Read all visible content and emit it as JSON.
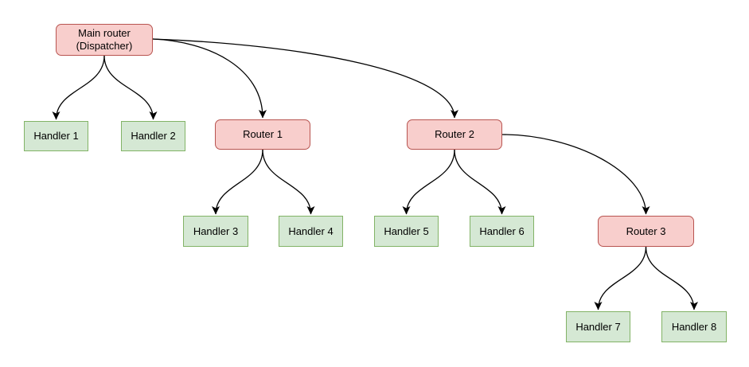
{
  "colors": {
    "background": "#ffffff",
    "router_fill": "#f8cecc",
    "router_border": "#b85450",
    "handler_fill": "#d5e8d4",
    "handler_border": "#82b366",
    "edge": "#000000"
  },
  "nodes": [
    {
      "id": "main-router",
      "label": "Main router\n(Dispatcher)",
      "type": "router"
    },
    {
      "id": "handler-1",
      "label": "Handler 1",
      "type": "handler"
    },
    {
      "id": "handler-2",
      "label": "Handler 2",
      "type": "handler"
    },
    {
      "id": "router-1",
      "label": "Router 1",
      "type": "router"
    },
    {
      "id": "router-2",
      "label": "Router 2",
      "type": "router"
    },
    {
      "id": "handler-3",
      "label": "Handler 3",
      "type": "handler"
    },
    {
      "id": "handler-4",
      "label": "Handler 4",
      "type": "handler"
    },
    {
      "id": "handler-5",
      "label": "Handler 5",
      "type": "handler"
    },
    {
      "id": "handler-6",
      "label": "Handler 6",
      "type": "handler"
    },
    {
      "id": "router-3",
      "label": "Router 3",
      "type": "router"
    },
    {
      "id": "handler-7",
      "label": "Handler 7",
      "type": "handler"
    },
    {
      "id": "handler-8",
      "label": "Handler 8",
      "type": "handler"
    }
  ],
  "edges": [
    {
      "from": "main-router",
      "to": "handler-1"
    },
    {
      "from": "main-router",
      "to": "handler-2"
    },
    {
      "from": "main-router",
      "to": "router-1"
    },
    {
      "from": "main-router",
      "to": "router-2"
    },
    {
      "from": "router-1",
      "to": "handler-3"
    },
    {
      "from": "router-1",
      "to": "handler-4"
    },
    {
      "from": "router-2",
      "to": "handler-5"
    },
    {
      "from": "router-2",
      "to": "handler-6"
    },
    {
      "from": "router-2",
      "to": "router-3"
    },
    {
      "from": "router-3",
      "to": "handler-7"
    },
    {
      "from": "router-3",
      "to": "handler-8"
    }
  ]
}
